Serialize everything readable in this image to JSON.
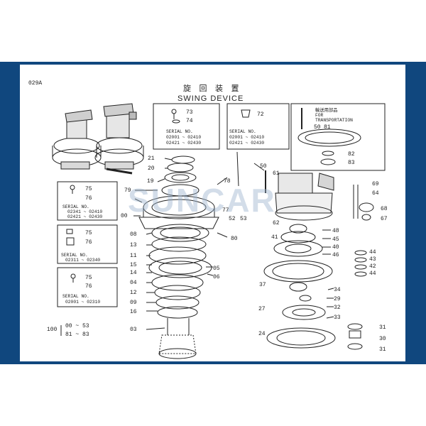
{
  "page_code": "029A",
  "title_jp": "旋 回 装 置",
  "title_en": "SWING DEVICE",
  "watermark": "SUNCAR",
  "boxes": {
    "b1": {
      "parts": [
        "73",
        "74"
      ],
      "heading": "SERIAL NO.",
      "ranges": [
        "02001 ~ 02410",
        "02421 ~ 02430"
      ]
    },
    "b2": {
      "parts": [
        "72"
      ],
      "heading": "SERIAL NO.",
      "ranges": [
        "02001 ~ 02410",
        "02421 ~ 02430"
      ]
    },
    "b3": {
      "label_top": "輸送用部品",
      "for": "FOR",
      "transport": "TRANSPORTATION",
      "parts": [
        "50",
        "81",
        "82",
        "83"
      ]
    },
    "b4": {
      "parts": [
        "75",
        "76"
      ],
      "heading": "SERIAL NO.",
      "ranges": [
        "02341 ~ 02410",
        "02421 ~ 02430"
      ]
    },
    "b5": {
      "parts": [
        "75",
        "76"
      ],
      "heading": "SERIAL NO.",
      "ranges": [
        "02311 ~ 02340"
      ]
    },
    "b6": {
      "parts": [
        "75",
        "76"
      ],
      "heading": "SERIAL NO.",
      "ranges": [
        "02001 ~ 02310"
      ]
    }
  },
  "group_note": {
    "prefix": "100",
    "lines": [
      "00 ~ 53",
      "81 ~ 83"
    ]
  },
  "left_labels": [
    "21",
    "20",
    "19",
    "78",
    "79",
    "00",
    "77",
    "52",
    "53",
    "08",
    "13",
    "11",
    "15",
    "14",
    "04",
    "12",
    "09",
    "16",
    "03",
    "80",
    "05",
    "06"
  ],
  "right_labels": [
    "50",
    "61",
    "62",
    "41",
    "48",
    "45",
    "40",
    "46",
    "37",
    "34",
    "29",
    "32",
    "27",
    "33",
    "24",
    "69",
    "64",
    "68",
    "67",
    "44",
    "43",
    "42",
    "44",
    "31",
    "30",
    "31"
  ],
  "colors": {
    "frame": "#10477e",
    "ink": "#222222",
    "watermark": "#9fb6cf"
  }
}
